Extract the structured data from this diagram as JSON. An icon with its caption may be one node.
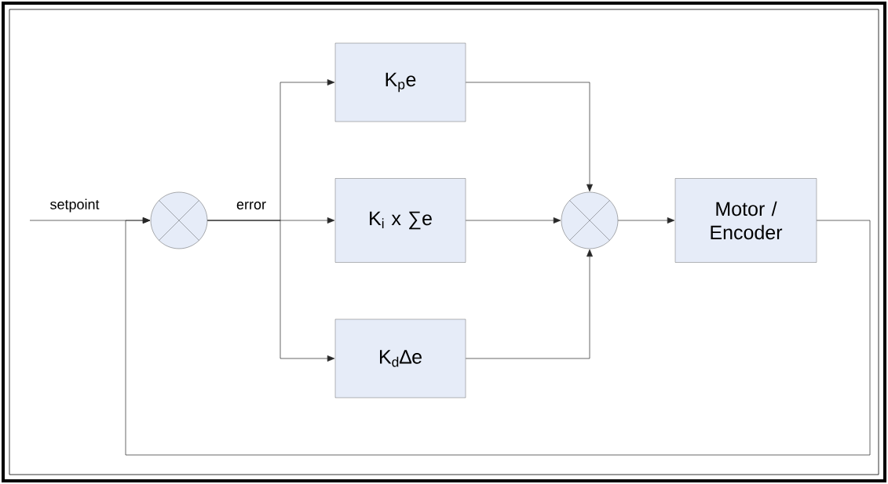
{
  "diagram": {
    "nodes": [
      {
        "text": [],
        "shape": "circle"
      },
      {
        "text": [
          "K$_{p}$e"
        ]
      },
      {
        "text": [
          "K$_{i}$ x ∑e"
        ]
      },
      {
        "text": [
          "K$_{d}$∆e"
        ]
      },
      {
        "text": [],
        "shape": "circle"
      },
      {
        "text": [
          "Motor / Encoder"
        ]
      }
    ],
    "edges": [
      {
        "from": null,
        "to": 0,
        "arrow": "to",
        "label": "setpoint"
      },
      {
        "from": 0,
        "to": 1,
        "arrow": "to"
      },
      {
        "from": 0,
        "to": 2,
        "arrow": "to",
        "label": "error"
      },
      {
        "from": 0,
        "to": 3,
        "arrow": "to"
      },
      {
        "from": 1,
        "to": 4,
        "arrow": "to"
      },
      {
        "from": 2,
        "to": 4,
        "arrow": "to"
      },
      {
        "from": 3,
        "to": 4,
        "arrow": "to"
      },
      {
        "from": 4,
        "to": 5,
        "arrow": "to"
      },
      {
        "from": 5,
        "to": 0,
        "arrow": "to"
      }
    ]
  }
}
